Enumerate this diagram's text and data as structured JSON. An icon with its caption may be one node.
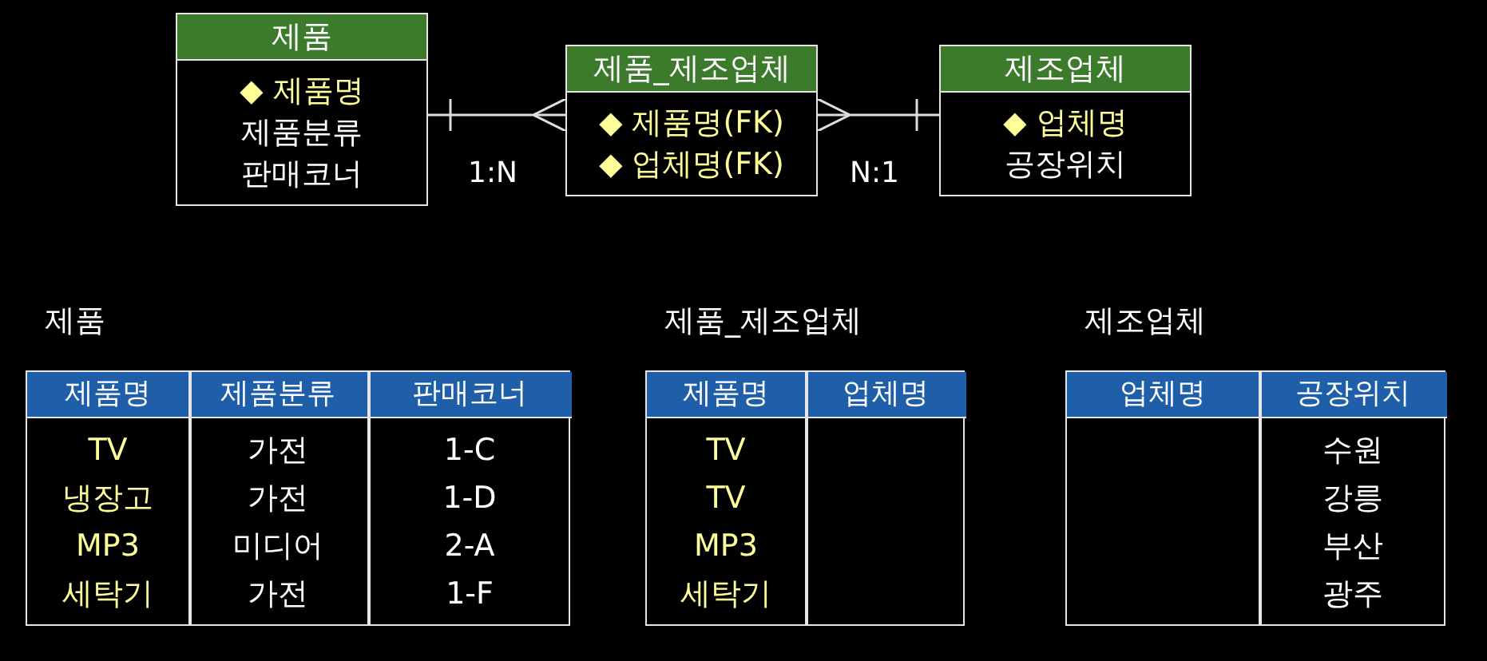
{
  "diagram": {
    "nodes": [
      {
        "text": [
          "제품",
          "◆ 제품명",
          "제품분류",
          "판매코너"
        ]
      },
      {
        "text": [
          "제품_제조업체",
          "◆ 제품명(FK)",
          "◆ 업체명(FK)"
        ]
      },
      {
        "text": [
          "제조업체",
          "◆ 업체명",
          "공장위치"
        ]
      }
    ],
    "edges": [
      {
        "from": 0,
        "to": 1,
        "arrow": "other",
        "label": "1:N"
      },
      {
        "from": 1,
        "to": 2,
        "arrow": "other",
        "label": "N:1"
      }
    ],
    "labels": [
      "제품",
      "제품명",
      "제품분류",
      "판매코너",
      "TV",
      "가전",
      "1-C",
      "냉장고",
      "가전",
      "1-D",
      "MP3",
      "미디어",
      "2-A",
      "세탁기",
      "가전",
      "1-F",
      "제품_제조업체",
      "제품명",
      "업체명",
      "TV",
      "TV",
      "MP3",
      "세탁기",
      "제조업체",
      "업체명",
      "공장위치",
      "수원",
      "강릉",
      "부산",
      "광주"
    ]
  }
}
